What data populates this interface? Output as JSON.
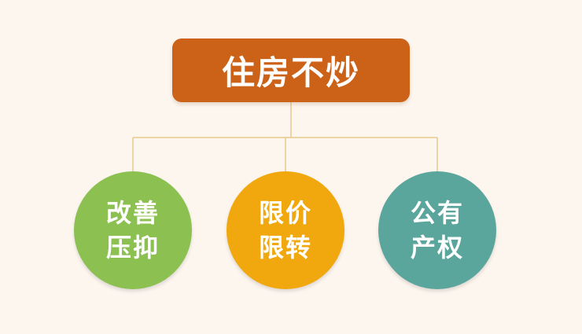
{
  "diagram": {
    "root": {
      "label": "住房不炒",
      "color": "#cb6218"
    },
    "children": [
      {
        "lines": [
          "改善",
          "压抑"
        ],
        "color": "#8cc152"
      },
      {
        "lines": [
          "限价",
          "限转"
        ],
        "color": "#f0a80e"
      },
      {
        "lines": [
          "公有",
          "产权"
        ],
        "color": "#5aa59c"
      }
    ],
    "connector_color": "#e8c88a"
  }
}
